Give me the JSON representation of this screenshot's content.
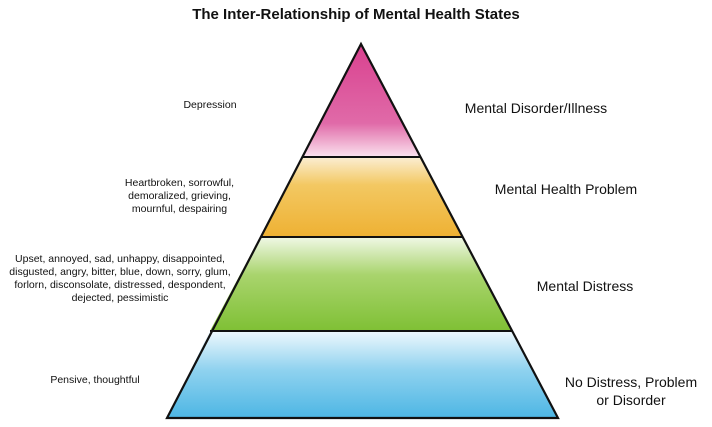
{
  "title": "The Inter-Relationship of Mental Health States",
  "colors": {
    "tier1": "#d9418f",
    "tier2": "#f0b840",
    "tier3": "#8cc63f",
    "tier4": "#4fb8e6",
    "outline": "#111111"
  },
  "tiers": [
    {
      "label": "Mental Disorder/Illness",
      "examples": "Depression"
    },
    {
      "label": "Mental Health Problem",
      "examples": "Heartbroken, sorrowful, demoralized, grieving, mournful, despairing"
    },
    {
      "label": "Mental Distress",
      "examples": "Upset, annoyed, sad, unhappy, disappointed, disgusted, angry, bitter, blue, down, sorry, glum, forlorn, disconsolate, distressed, despondent, dejected, pessimistic"
    },
    {
      "label": "No Distress, Problem or Disorder",
      "examples": "Pensive, thoughtful"
    }
  ]
}
